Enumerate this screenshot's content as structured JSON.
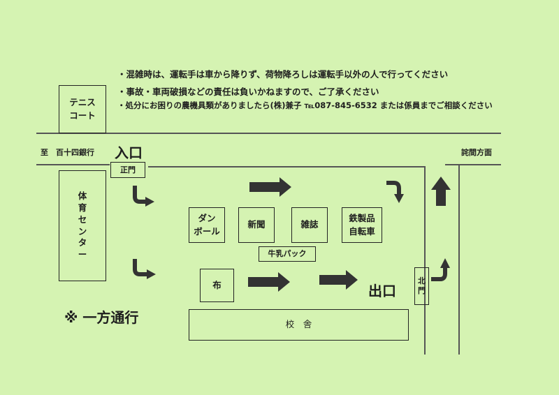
{
  "notes": [
    "・混雑時は、運転手は車から降りず、荷物降ろしは運転手以外の人で行ってください",
    "・事故・車両破損などの責任は負いかねますので、ご了承ください",
    "・処分にお困りの農機具類がありましたら(株)兼子 ℡087-845-6532 または係員までご相談ください"
  ],
  "places": {
    "tennis_court": "テニス\nコート",
    "gym": "体\n育\nセ\nン\nタ\nー",
    "dest_left": "至　百十四銀行",
    "dest_right": "詫間方面",
    "entrance": "入口",
    "main_gate": "正門",
    "exit": "出口",
    "north_gate": "北\n門",
    "school_building": "校　舎",
    "one_way": "※ 一方通行"
  },
  "collection_points": [
    {
      "id": "cardboard",
      "label": "ダン\nボール"
    },
    {
      "id": "newspaper",
      "label": "新聞"
    },
    {
      "id": "magazine",
      "label": "雑誌"
    },
    {
      "id": "metal-bicycle",
      "label": "鉄製品\n自転車"
    },
    {
      "id": "milk-carton",
      "label": "牛乳パック"
    },
    {
      "id": "cloth",
      "label": "布"
    }
  ],
  "colors": {
    "background": "#d5f3b2",
    "ink": "#1e1e1e",
    "arrow": "#333333"
  }
}
